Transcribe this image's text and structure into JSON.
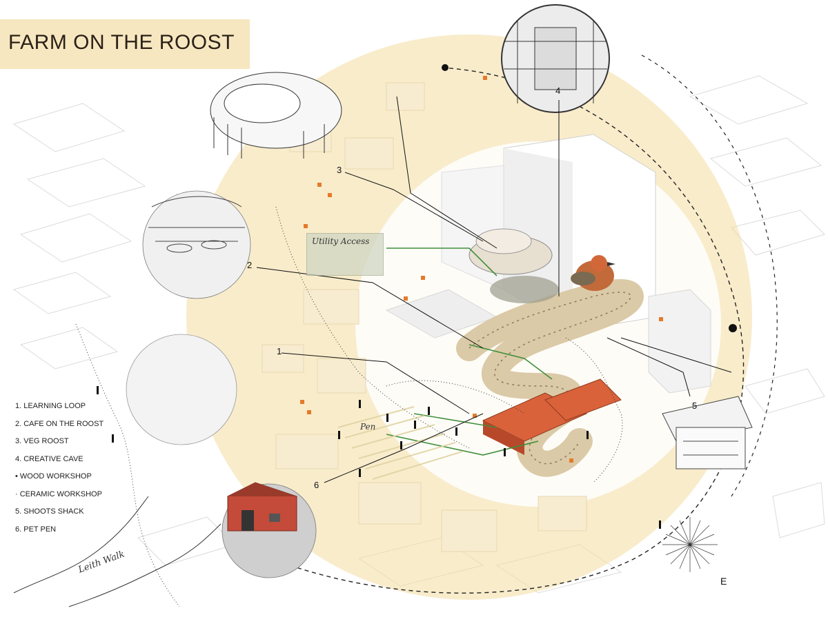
{
  "title": "FARM ON THE ROOST",
  "legend": [
    "1. LEARNING LOOP",
    "2. CAFE ON THE ROOST",
    "3. VEG ROOST",
    "4. CREATIVE CAVE",
    "WOOD WORKSHOP",
    "CERAMIC WORKSHOP",
    "5. SHOOTS SHACK",
    "6. PET PEN"
  ],
  "callouts": [
    "1",
    "2",
    "3",
    "4",
    "5",
    "6"
  ],
  "labels": {
    "utility_access": "Utility Access",
    "pen": "Pen",
    "leith_walk": "Leith Walk",
    "compass": "E"
  },
  "colors": {
    "circle": "#f3dca0",
    "title_band": "#f6e7c0",
    "roof": "#d9623a",
    "path": "#3f8f3a"
  }
}
